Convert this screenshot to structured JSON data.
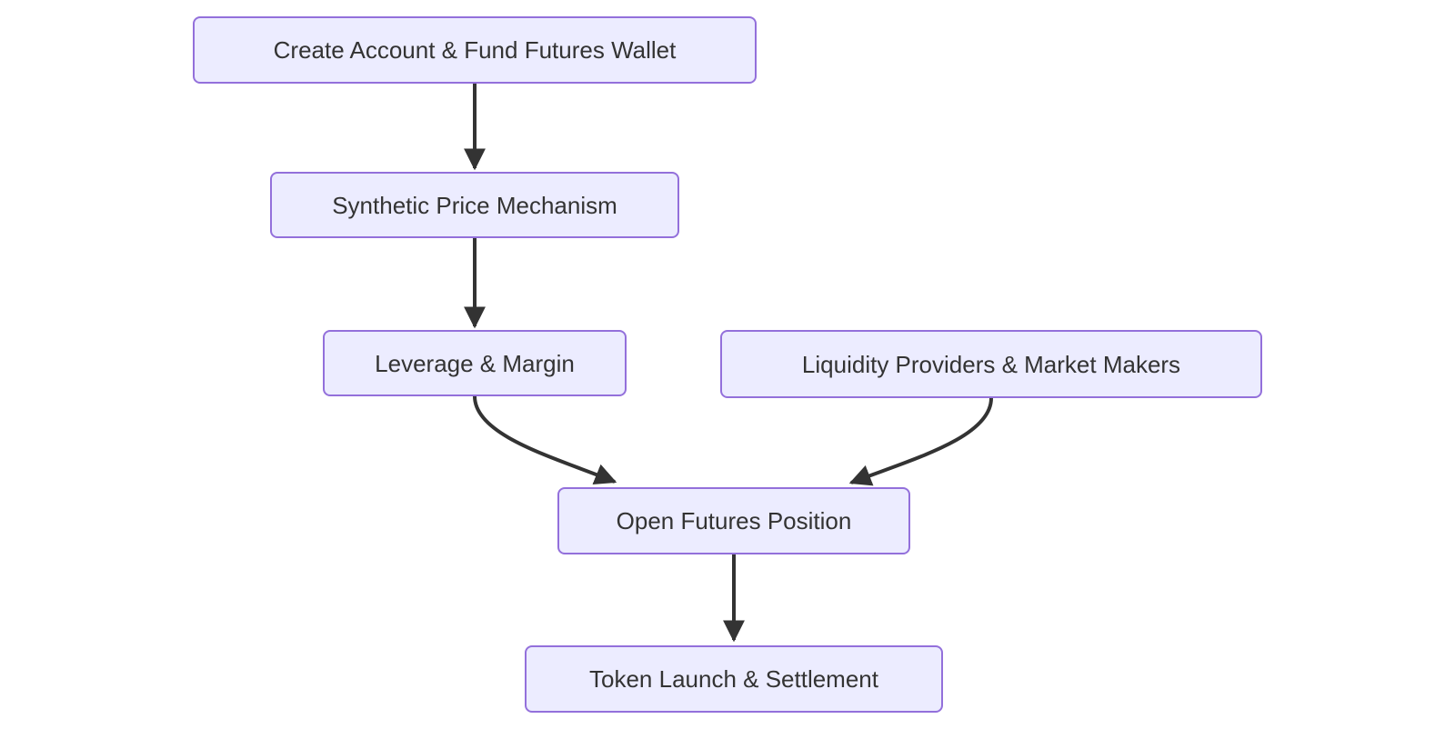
{
  "diagram": {
    "type": "flowchart",
    "direction": "top-down",
    "colors": {
      "node_fill": "#ECECFF",
      "node_border": "#9370DB",
      "node_text": "#333333",
      "edge": "#333333",
      "background": "#FFFFFF"
    },
    "nodes": [
      {
        "id": "A",
        "label": "Create Account & Fund Futures Wallet"
      },
      {
        "id": "B",
        "label": "Synthetic Price Mechanism"
      },
      {
        "id": "C",
        "label": "Leverage & Margin"
      },
      {
        "id": "D",
        "label": "Liquidity Providers & Market Makers"
      },
      {
        "id": "E",
        "label": "Open Futures Position"
      },
      {
        "id": "F",
        "label": "Token Launch & Settlement"
      }
    ],
    "edges": [
      {
        "from": "A",
        "to": "B",
        "style": "straight-down"
      },
      {
        "from": "B",
        "to": "C",
        "style": "straight-down"
      },
      {
        "from": "C",
        "to": "E",
        "style": "curved"
      },
      {
        "from": "D",
        "to": "E",
        "style": "curved"
      },
      {
        "from": "E",
        "to": "F",
        "style": "straight-down"
      }
    ]
  }
}
